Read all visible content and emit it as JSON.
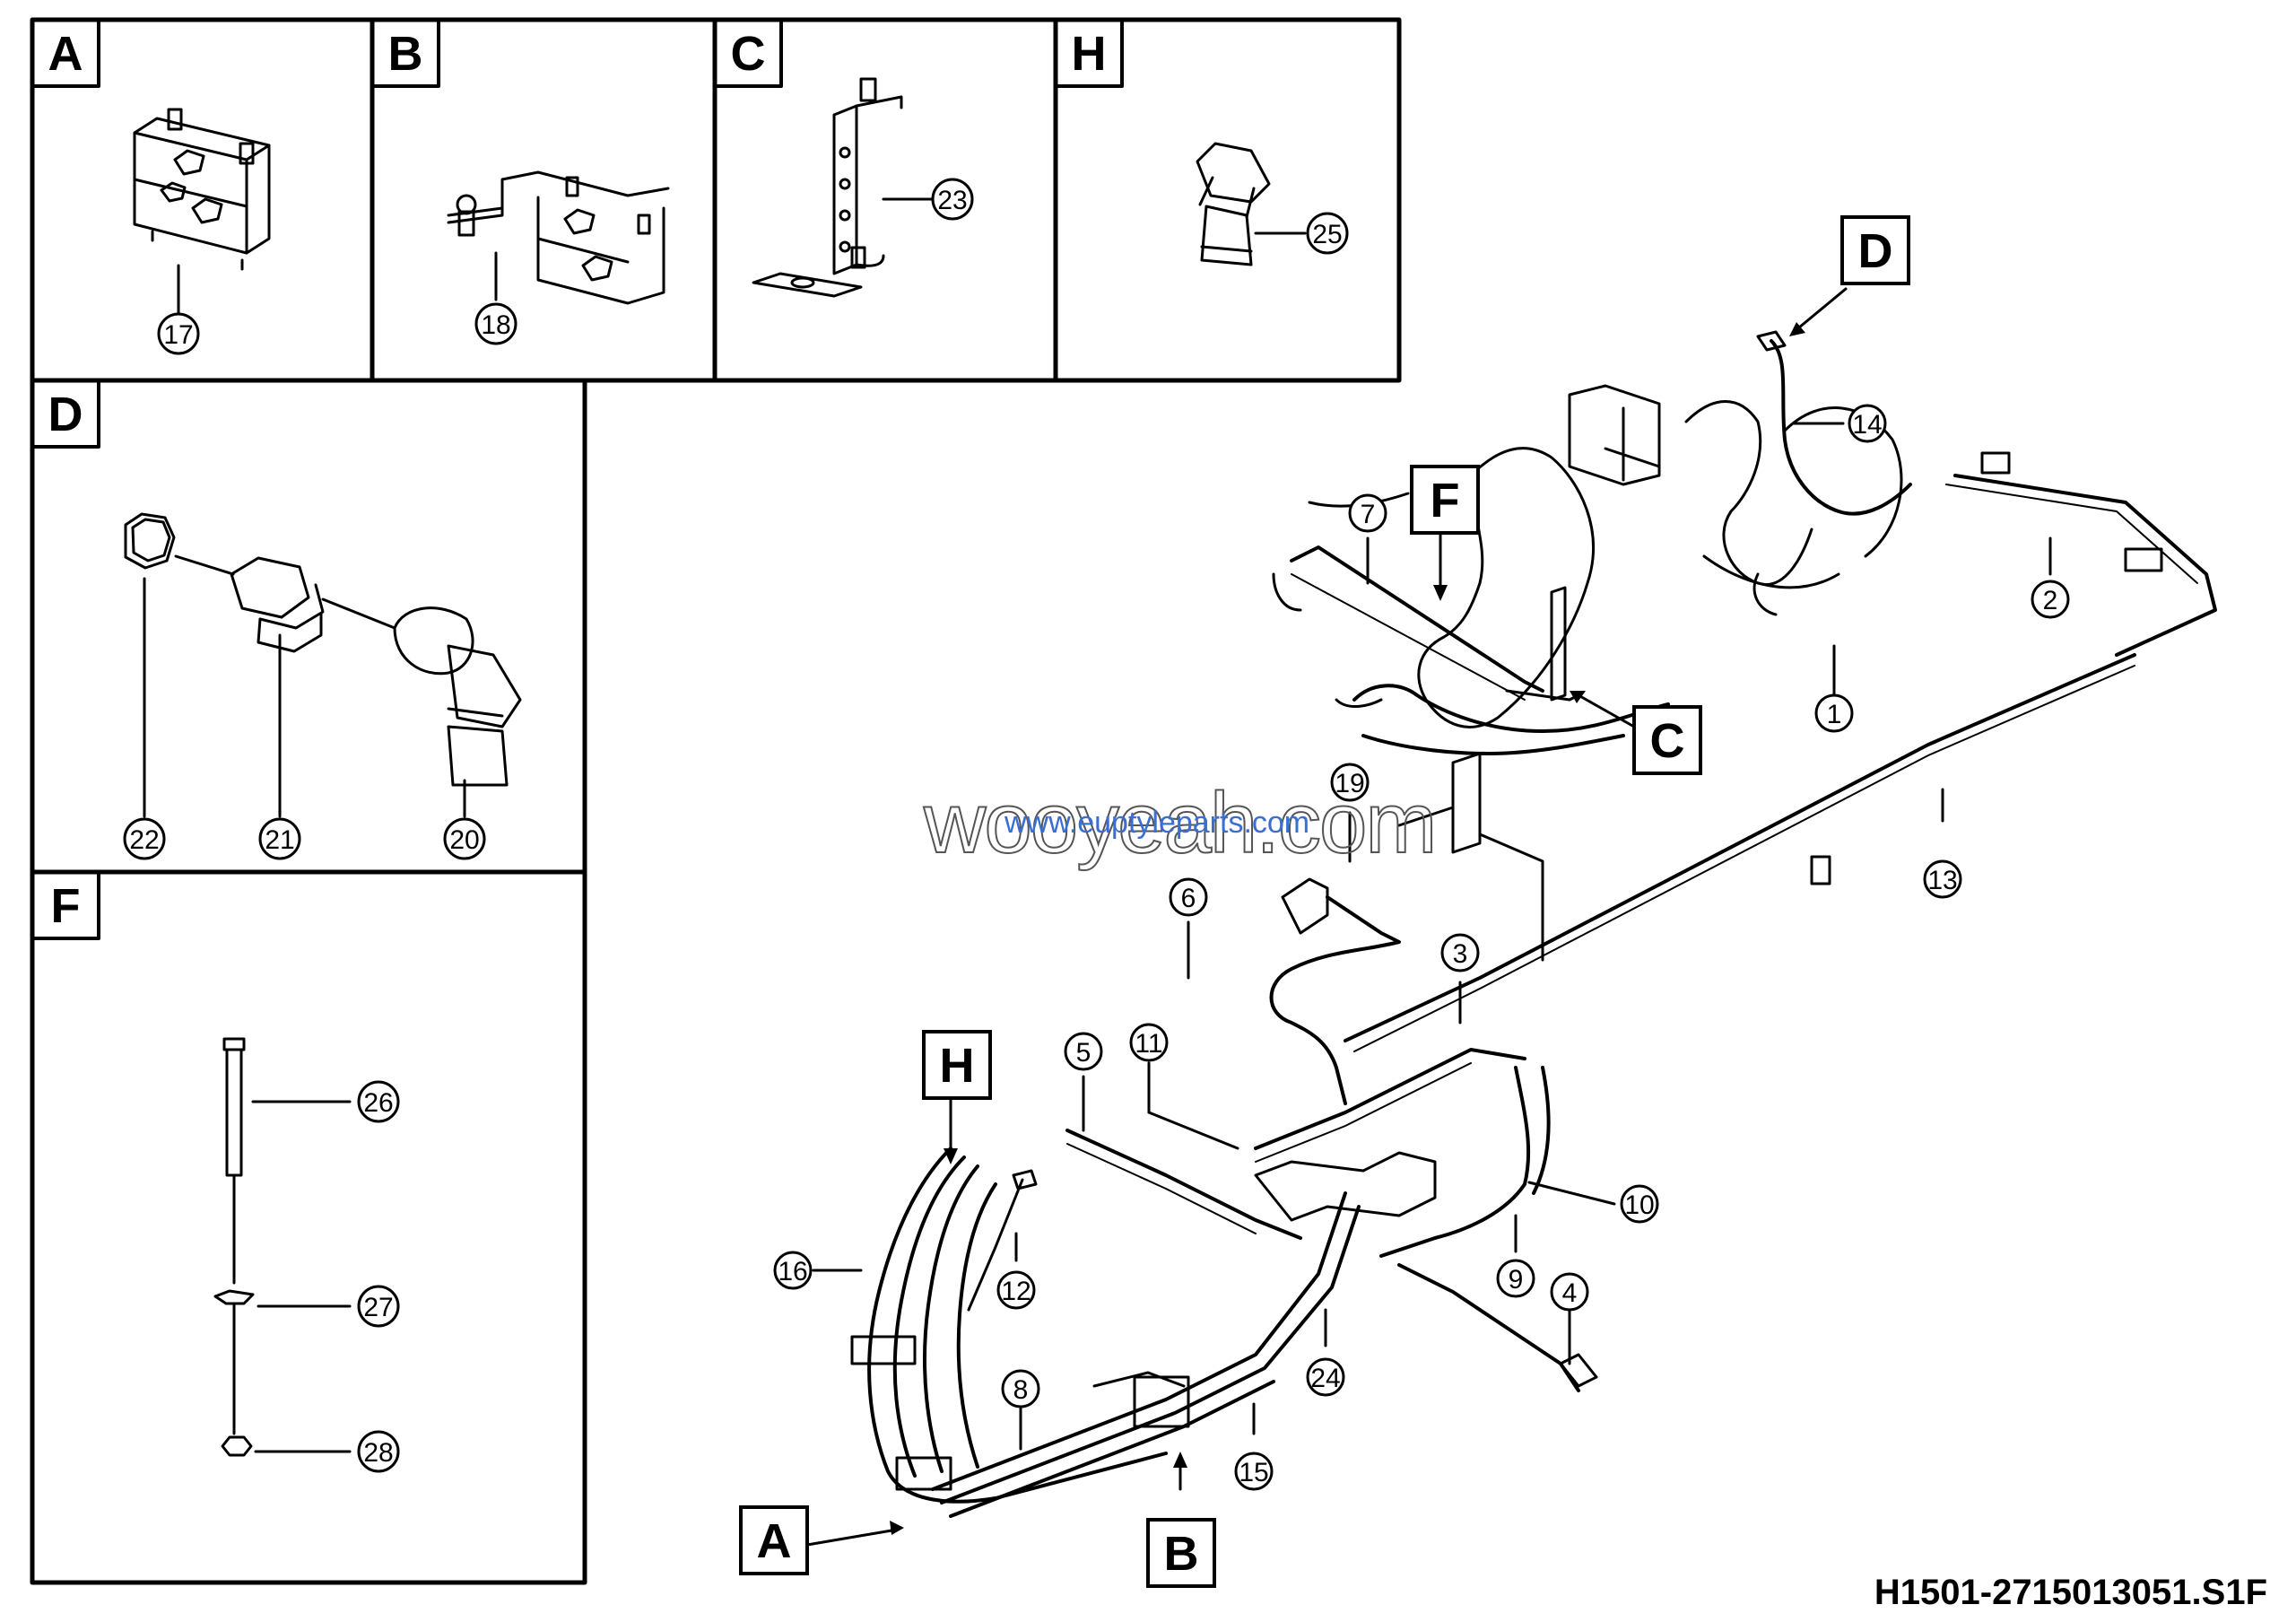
{
  "panels": {
    "A": {
      "letter": "A",
      "part": "17"
    },
    "B": {
      "letter": "B",
      "part": "18"
    },
    "C": {
      "letter": "C",
      "part": "23"
    },
    "H": {
      "letter": "H",
      "part": "25"
    },
    "D": {
      "letter": "D",
      "parts": [
        "22",
        "21",
        "20"
      ]
    },
    "F": {
      "letter": "F",
      "parts": [
        "26",
        "27",
        "28"
      ]
    }
  },
  "main_tags": {
    "D": "D",
    "F": "F",
    "C": "C",
    "H": "H",
    "A": "A",
    "B": "B"
  },
  "callouts": {
    "c1": "1",
    "c2": "2",
    "c3": "3",
    "c4": "4",
    "c5": "5",
    "c6": "6",
    "c7": "7",
    "c8": "8",
    "c9": "9",
    "c10": "10",
    "c11": "11",
    "c12": "12",
    "c13": "13",
    "c14": "14",
    "c15": "15",
    "c16": "16",
    "c19": "19",
    "c24": "24"
  },
  "watermark": {
    "main": "wooyeah.com",
    "url": "www.euptyleparts.com"
  },
  "drawing_code": "H1501-2715013051.S1F"
}
